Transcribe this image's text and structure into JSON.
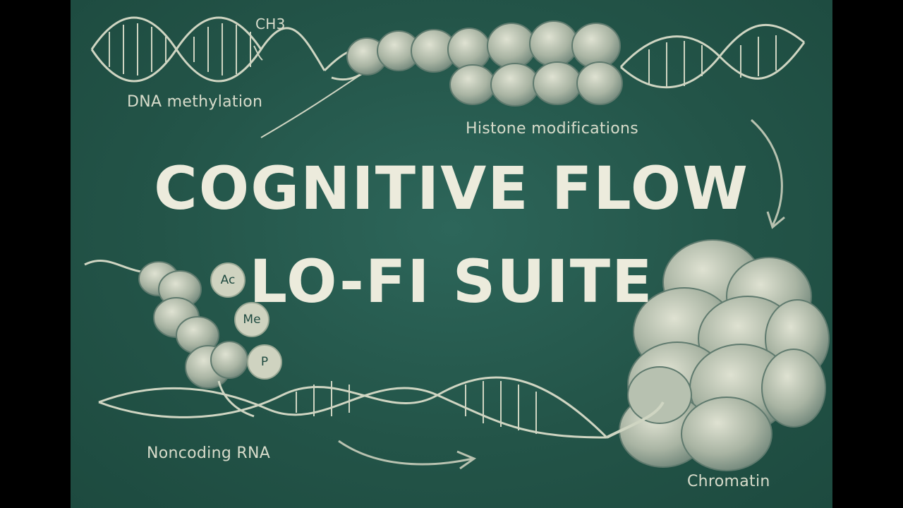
{
  "title": {
    "line1": "COGNITIVE FLOW",
    "line2": "LO-FI SUITE"
  },
  "labels": {
    "ch3": "CH3",
    "dna_methylation": "DNA methylation",
    "histone_modifications": "Histone modifications",
    "noncoding_rna": "Noncoding RNA",
    "chromatin": "Chromatin"
  },
  "marks": {
    "acetyl": "Ac",
    "methyl": "Me",
    "phosphate": "P"
  },
  "colors": {
    "background": "#235448",
    "ink": "#d8dccb",
    "title": "#ecebdc",
    "letterbox": "#000000"
  }
}
